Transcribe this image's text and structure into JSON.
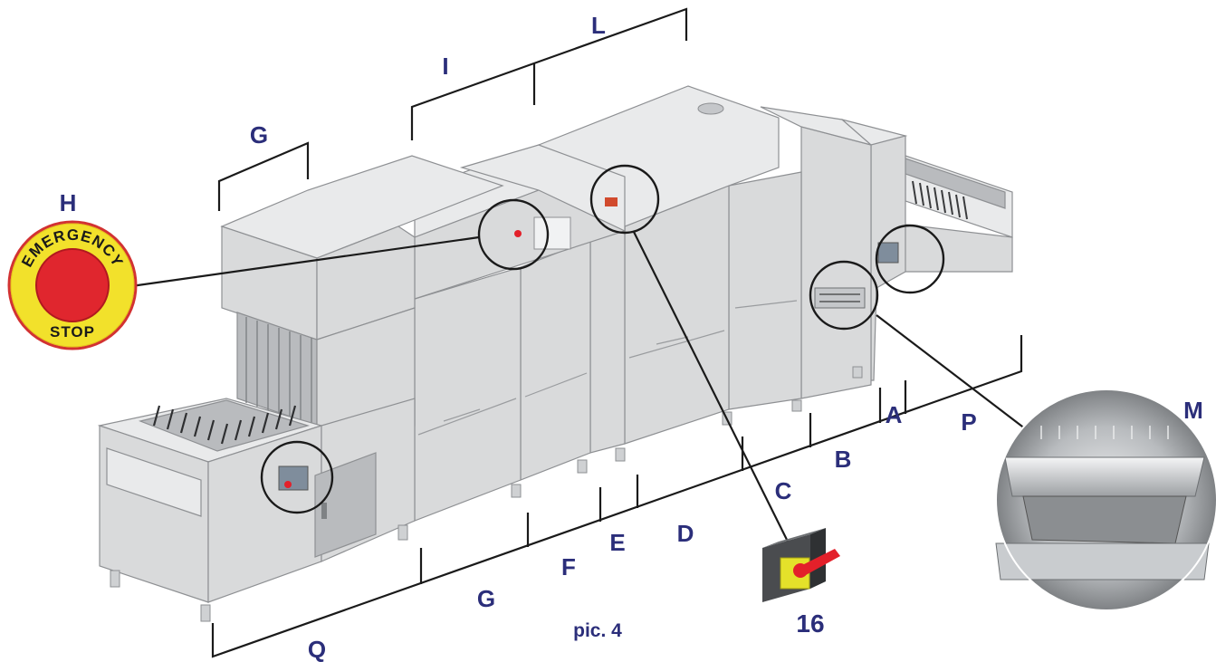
{
  "labels": {
    "A": "A",
    "B": "B",
    "C": "C",
    "D": "D",
    "E": "E",
    "F": "F",
    "G_bottom": "G",
    "G_top": "G",
    "H": "H",
    "I": "I",
    "L": "L",
    "M": "M",
    "P": "P",
    "Q": "Q"
  },
  "caption": "pic. 4",
  "switch_number": "16",
  "emergency_stop": {
    "top_text": "EMERGENCY",
    "bottom_text": "STOP"
  },
  "colors": {
    "label_text": "#2b2e7a",
    "button_red": "#e0262e",
    "button_yellow": "#f2e12b",
    "handle_red": "#e3202a",
    "switch_yellow": "#e4e12a",
    "machine_body": "#d9dadb"
  }
}
